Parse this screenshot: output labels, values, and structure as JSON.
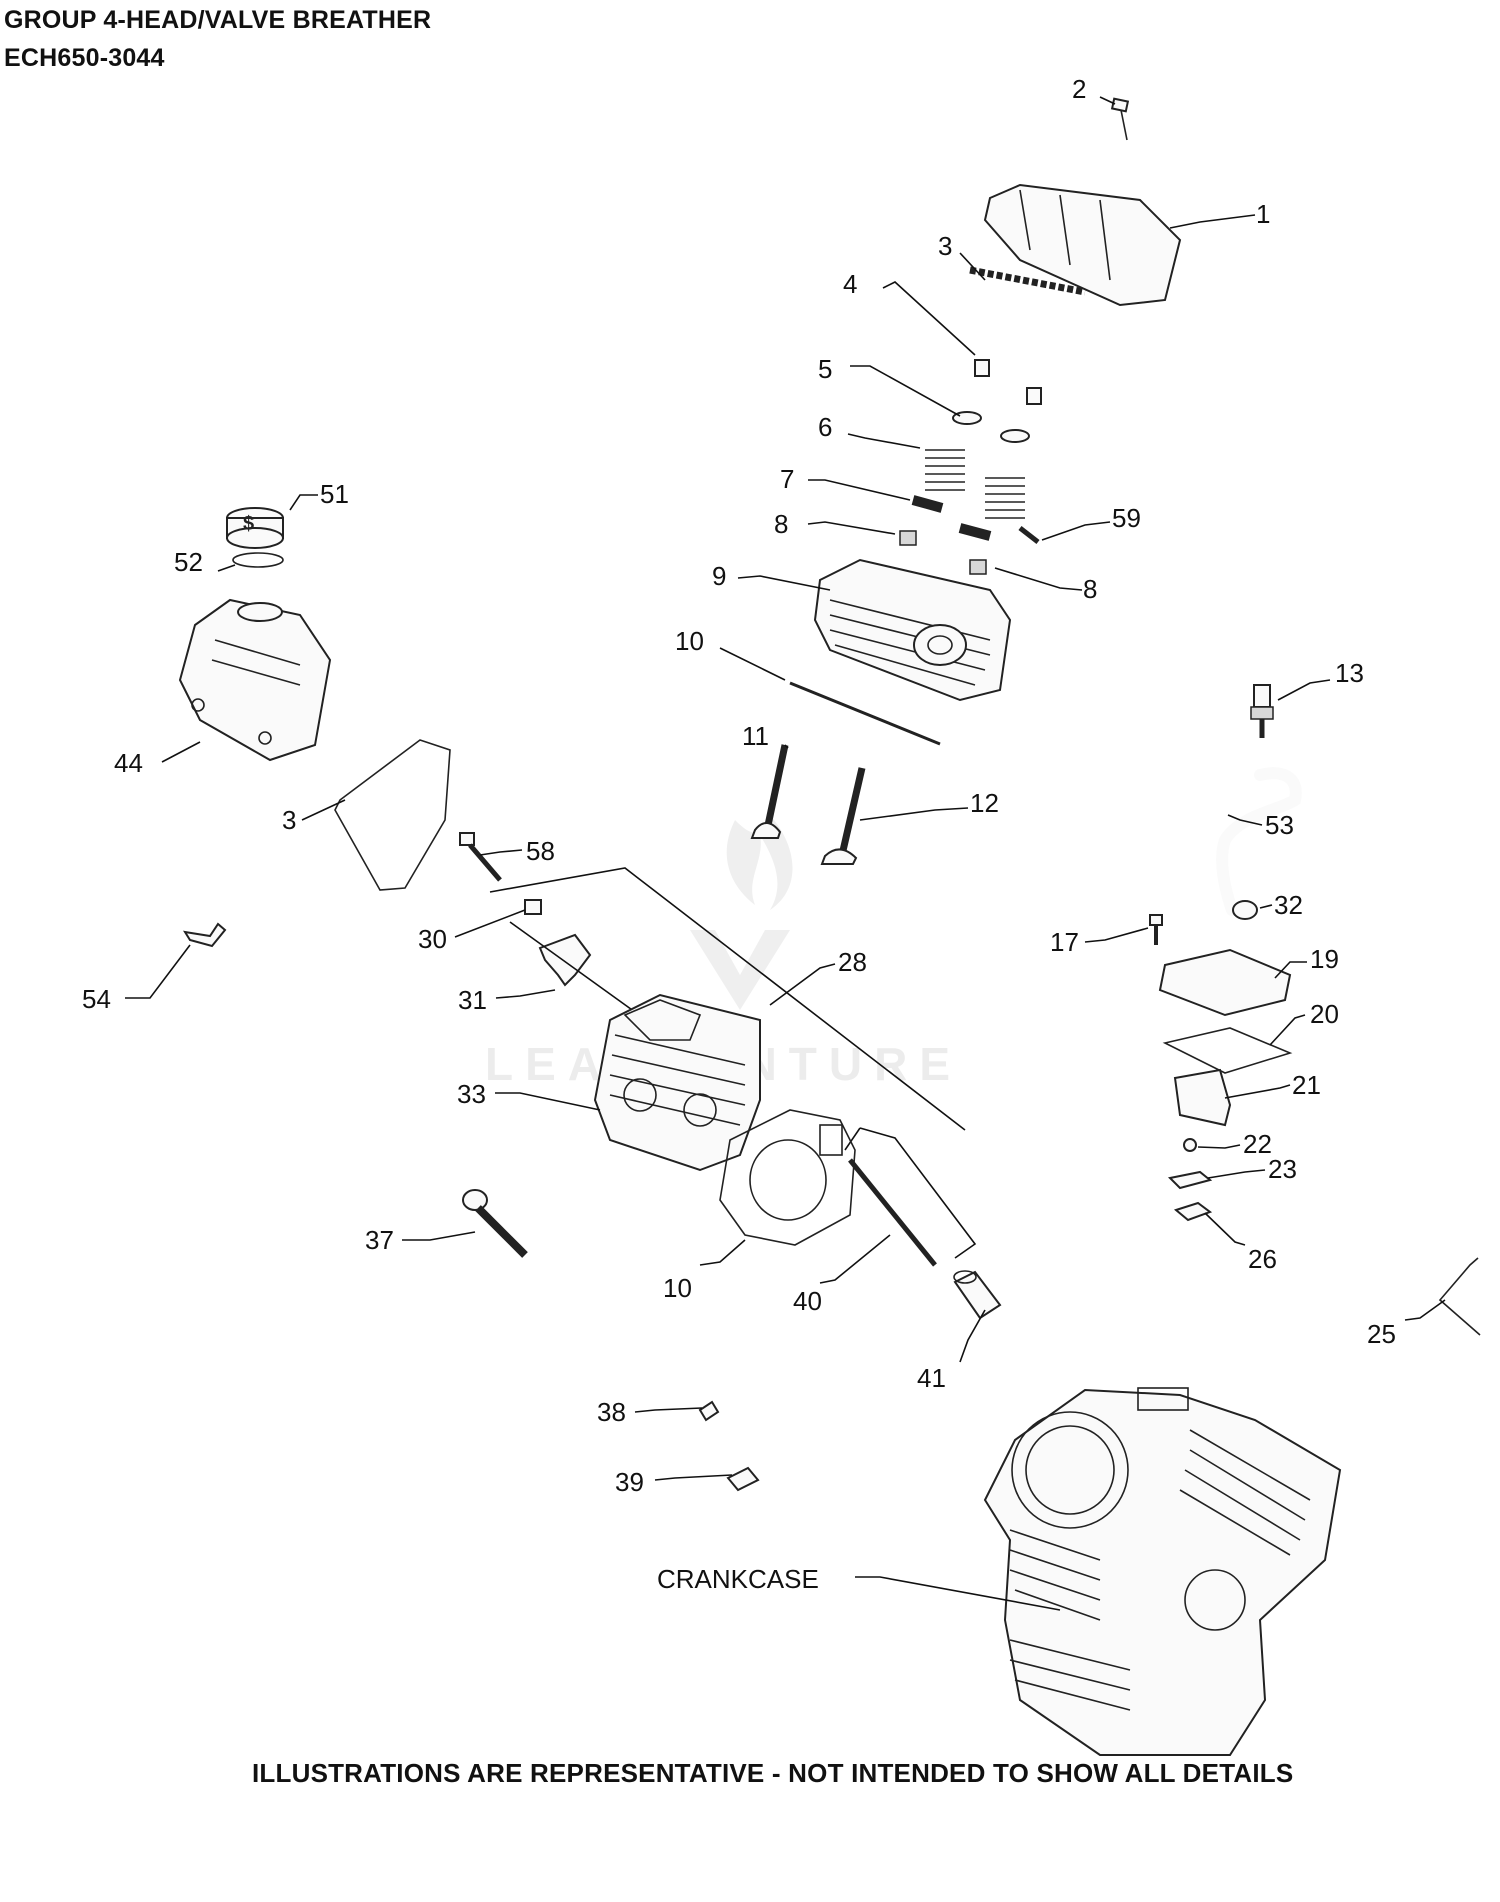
{
  "header": {
    "title": "GROUP 4-HEAD/VALVE BREATHER",
    "model": "ECH650-3044"
  },
  "footer": {
    "note": "ILLUSTRATIONS ARE REPRESENTATIVE - NOT INTENDED TO SHOW ALL DETAILS"
  },
  "watermark": {
    "text": "LEADVENTURE"
  },
  "callouts": [
    {
      "id": "c2",
      "label": "2"
    },
    {
      "id": "c1",
      "label": "1"
    },
    {
      "id": "c3a",
      "label": "3"
    },
    {
      "id": "c4",
      "label": "4"
    },
    {
      "id": "c5",
      "label": "5"
    },
    {
      "id": "c6",
      "label": "6"
    },
    {
      "id": "c7",
      "label": "7"
    },
    {
      "id": "c8a",
      "label": "8"
    },
    {
      "id": "c59",
      "label": "59"
    },
    {
      "id": "c9",
      "label": "9"
    },
    {
      "id": "c8b",
      "label": "8"
    },
    {
      "id": "c10a",
      "label": "10"
    },
    {
      "id": "c51",
      "label": "51"
    },
    {
      "id": "c52",
      "label": "52"
    },
    {
      "id": "c44",
      "label": "44"
    },
    {
      "id": "c3b",
      "label": "3"
    },
    {
      "id": "c11",
      "label": "11"
    },
    {
      "id": "c12",
      "label": "12"
    },
    {
      "id": "c13",
      "label": "13"
    },
    {
      "id": "c53",
      "label": "53"
    },
    {
      "id": "c58",
      "label": "58"
    },
    {
      "id": "c30",
      "label": "30"
    },
    {
      "id": "c31",
      "label": "31"
    },
    {
      "id": "c28",
      "label": "28"
    },
    {
      "id": "c54",
      "label": "54"
    },
    {
      "id": "c32",
      "label": "32"
    },
    {
      "id": "c17",
      "label": "17"
    },
    {
      "id": "c19",
      "label": "19"
    },
    {
      "id": "c20",
      "label": "20"
    },
    {
      "id": "c33",
      "label": "33"
    },
    {
      "id": "c21",
      "label": "21"
    },
    {
      "id": "c22",
      "label": "22"
    },
    {
      "id": "c23",
      "label": "23"
    },
    {
      "id": "c37",
      "label": "37"
    },
    {
      "id": "c26",
      "label": "26"
    },
    {
      "id": "c10b",
      "label": "10"
    },
    {
      "id": "c40",
      "label": "40"
    },
    {
      "id": "c25",
      "label": "25"
    },
    {
      "id": "c41",
      "label": "41"
    },
    {
      "id": "c38",
      "label": "38"
    },
    {
      "id": "c39",
      "label": "39"
    },
    {
      "id": "ccrank",
      "label": "CRANKCASE"
    }
  ]
}
